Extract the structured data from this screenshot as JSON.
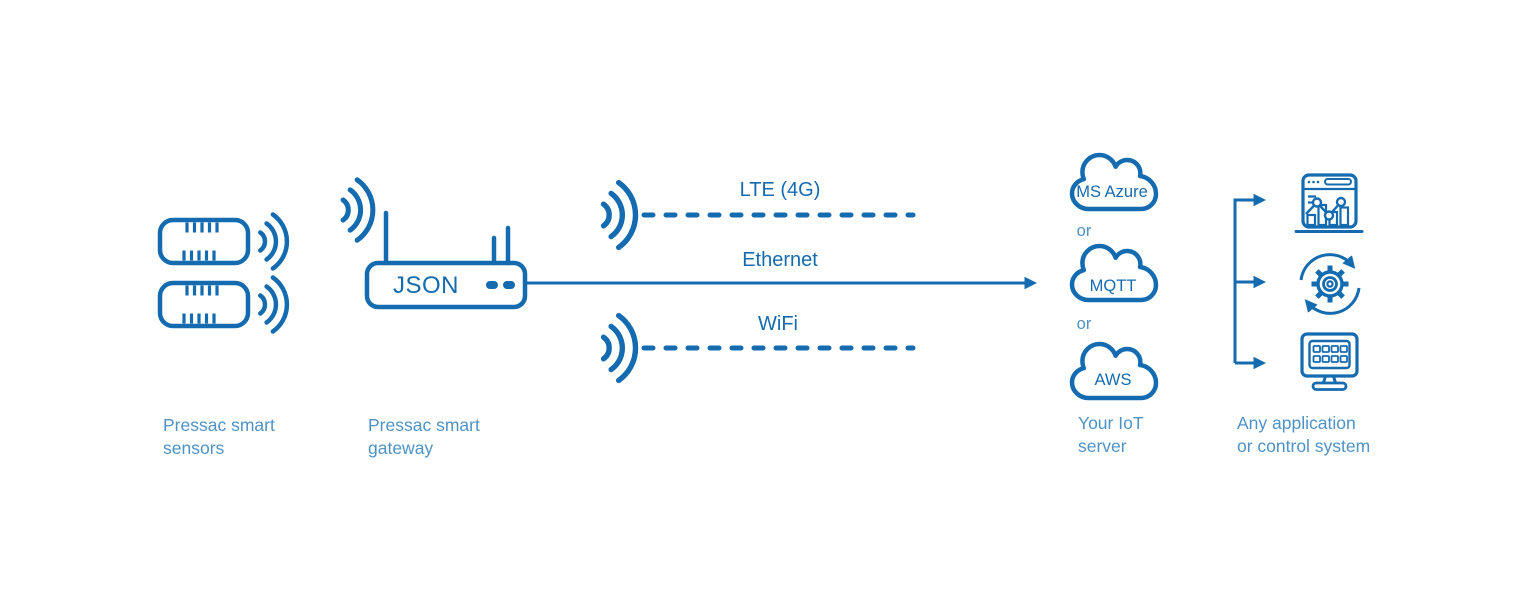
{
  "colors": {
    "primary": "#156bb0",
    "secondary_text": "#4f92c6",
    "background": "#ffffff"
  },
  "sensors": {
    "caption": [
      "Pressac smart",
      "sensors"
    ],
    "icons": [
      "smart-sensor",
      "radio-signal"
    ]
  },
  "gateway": {
    "device_text": "JSON",
    "caption": [
      "Pressac smart",
      "gateway"
    ],
    "icons": [
      "wifi-signal",
      "router"
    ]
  },
  "links": {
    "lte": "LTE (4G)",
    "ethernet": "Ethernet",
    "wifi": "WiFi"
  },
  "clouds": {
    "items": [
      "MS Azure",
      "MQTT",
      "AWS"
    ],
    "separator": "or"
  },
  "server": {
    "caption": [
      "Your IoT",
      "server"
    ]
  },
  "applications": {
    "caption": [
      "Any application",
      "or control system"
    ],
    "icons": [
      "analytics-dashboard",
      "process-automation",
      "control-panel"
    ]
  }
}
